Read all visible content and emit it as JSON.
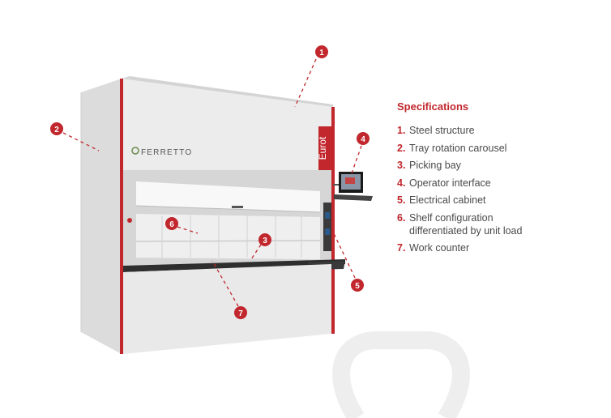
{
  "brand": {
    "logo_text": "FERRETTO",
    "model_text": "Eurot"
  },
  "colors": {
    "accent": "#c1272d",
    "machine_body": "#e9e9e9",
    "text": "#4a4a4a"
  },
  "callouts": [
    {
      "number": "1"
    },
    {
      "number": "2"
    },
    {
      "number": "3"
    },
    {
      "number": "4"
    },
    {
      "number": "5"
    },
    {
      "number": "6"
    },
    {
      "number": "7"
    }
  ],
  "specifications": {
    "title": "Specifications",
    "items": [
      {
        "number": "1.",
        "label": "Steel structure"
      },
      {
        "number": "2.",
        "label": "Tray rotation carousel"
      },
      {
        "number": "3.",
        "label": "Picking bay"
      },
      {
        "number": "4.",
        "label": "Operator interface"
      },
      {
        "number": "5.",
        "label": "Electrical cabinet"
      },
      {
        "number": "6.",
        "label": "Shelf configuration\n differentiated by unit load"
      },
      {
        "number": "7.",
        "label": "Work counter"
      }
    ]
  }
}
